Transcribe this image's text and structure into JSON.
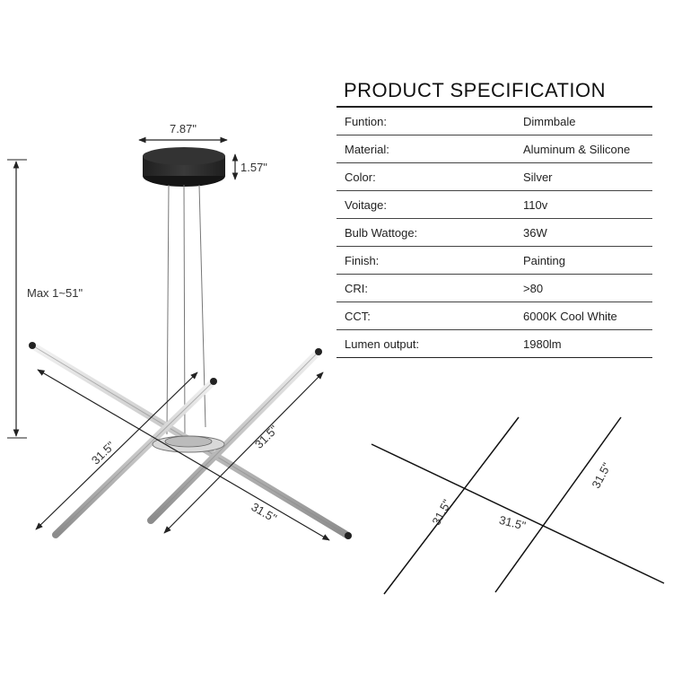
{
  "spec": {
    "title": "PRODUCT SPECIFICATION",
    "rows": [
      {
        "label": "Funtion:",
        "value": "Dimmbale"
      },
      {
        "label": "Material:",
        "value": "Aluminum & Silicone"
      },
      {
        "label": "Color:",
        "value": "Silver"
      },
      {
        "label": "Voitage:",
        "value": "110v"
      },
      {
        "label": "Bulb Wattoge:",
        "value": "36W"
      },
      {
        "label": "Finish:",
        "value": "Painting"
      },
      {
        "label": "CRI:",
        "value": ">80"
      },
      {
        "label": "CCT:",
        "value": "6000K Cool White"
      },
      {
        "label": "Lumen output:",
        "value": "1980lm"
      }
    ]
  },
  "dimensions": {
    "canopy_width": "7.87\"",
    "canopy_height": "1.57\"",
    "max_drop": "Max 1~51\"",
    "bar_length_1": "31.5\"",
    "bar_length_2": "31.5\"",
    "bar_length_3": "31.5\""
  },
  "top_view": {
    "label_1": "31.5\"",
    "label_2": "31.5\"",
    "label_3": "31.5\""
  },
  "colors": {
    "canopy": "#2b2b2b",
    "bar": "#c8c8c8",
    "line": "#111111"
  }
}
